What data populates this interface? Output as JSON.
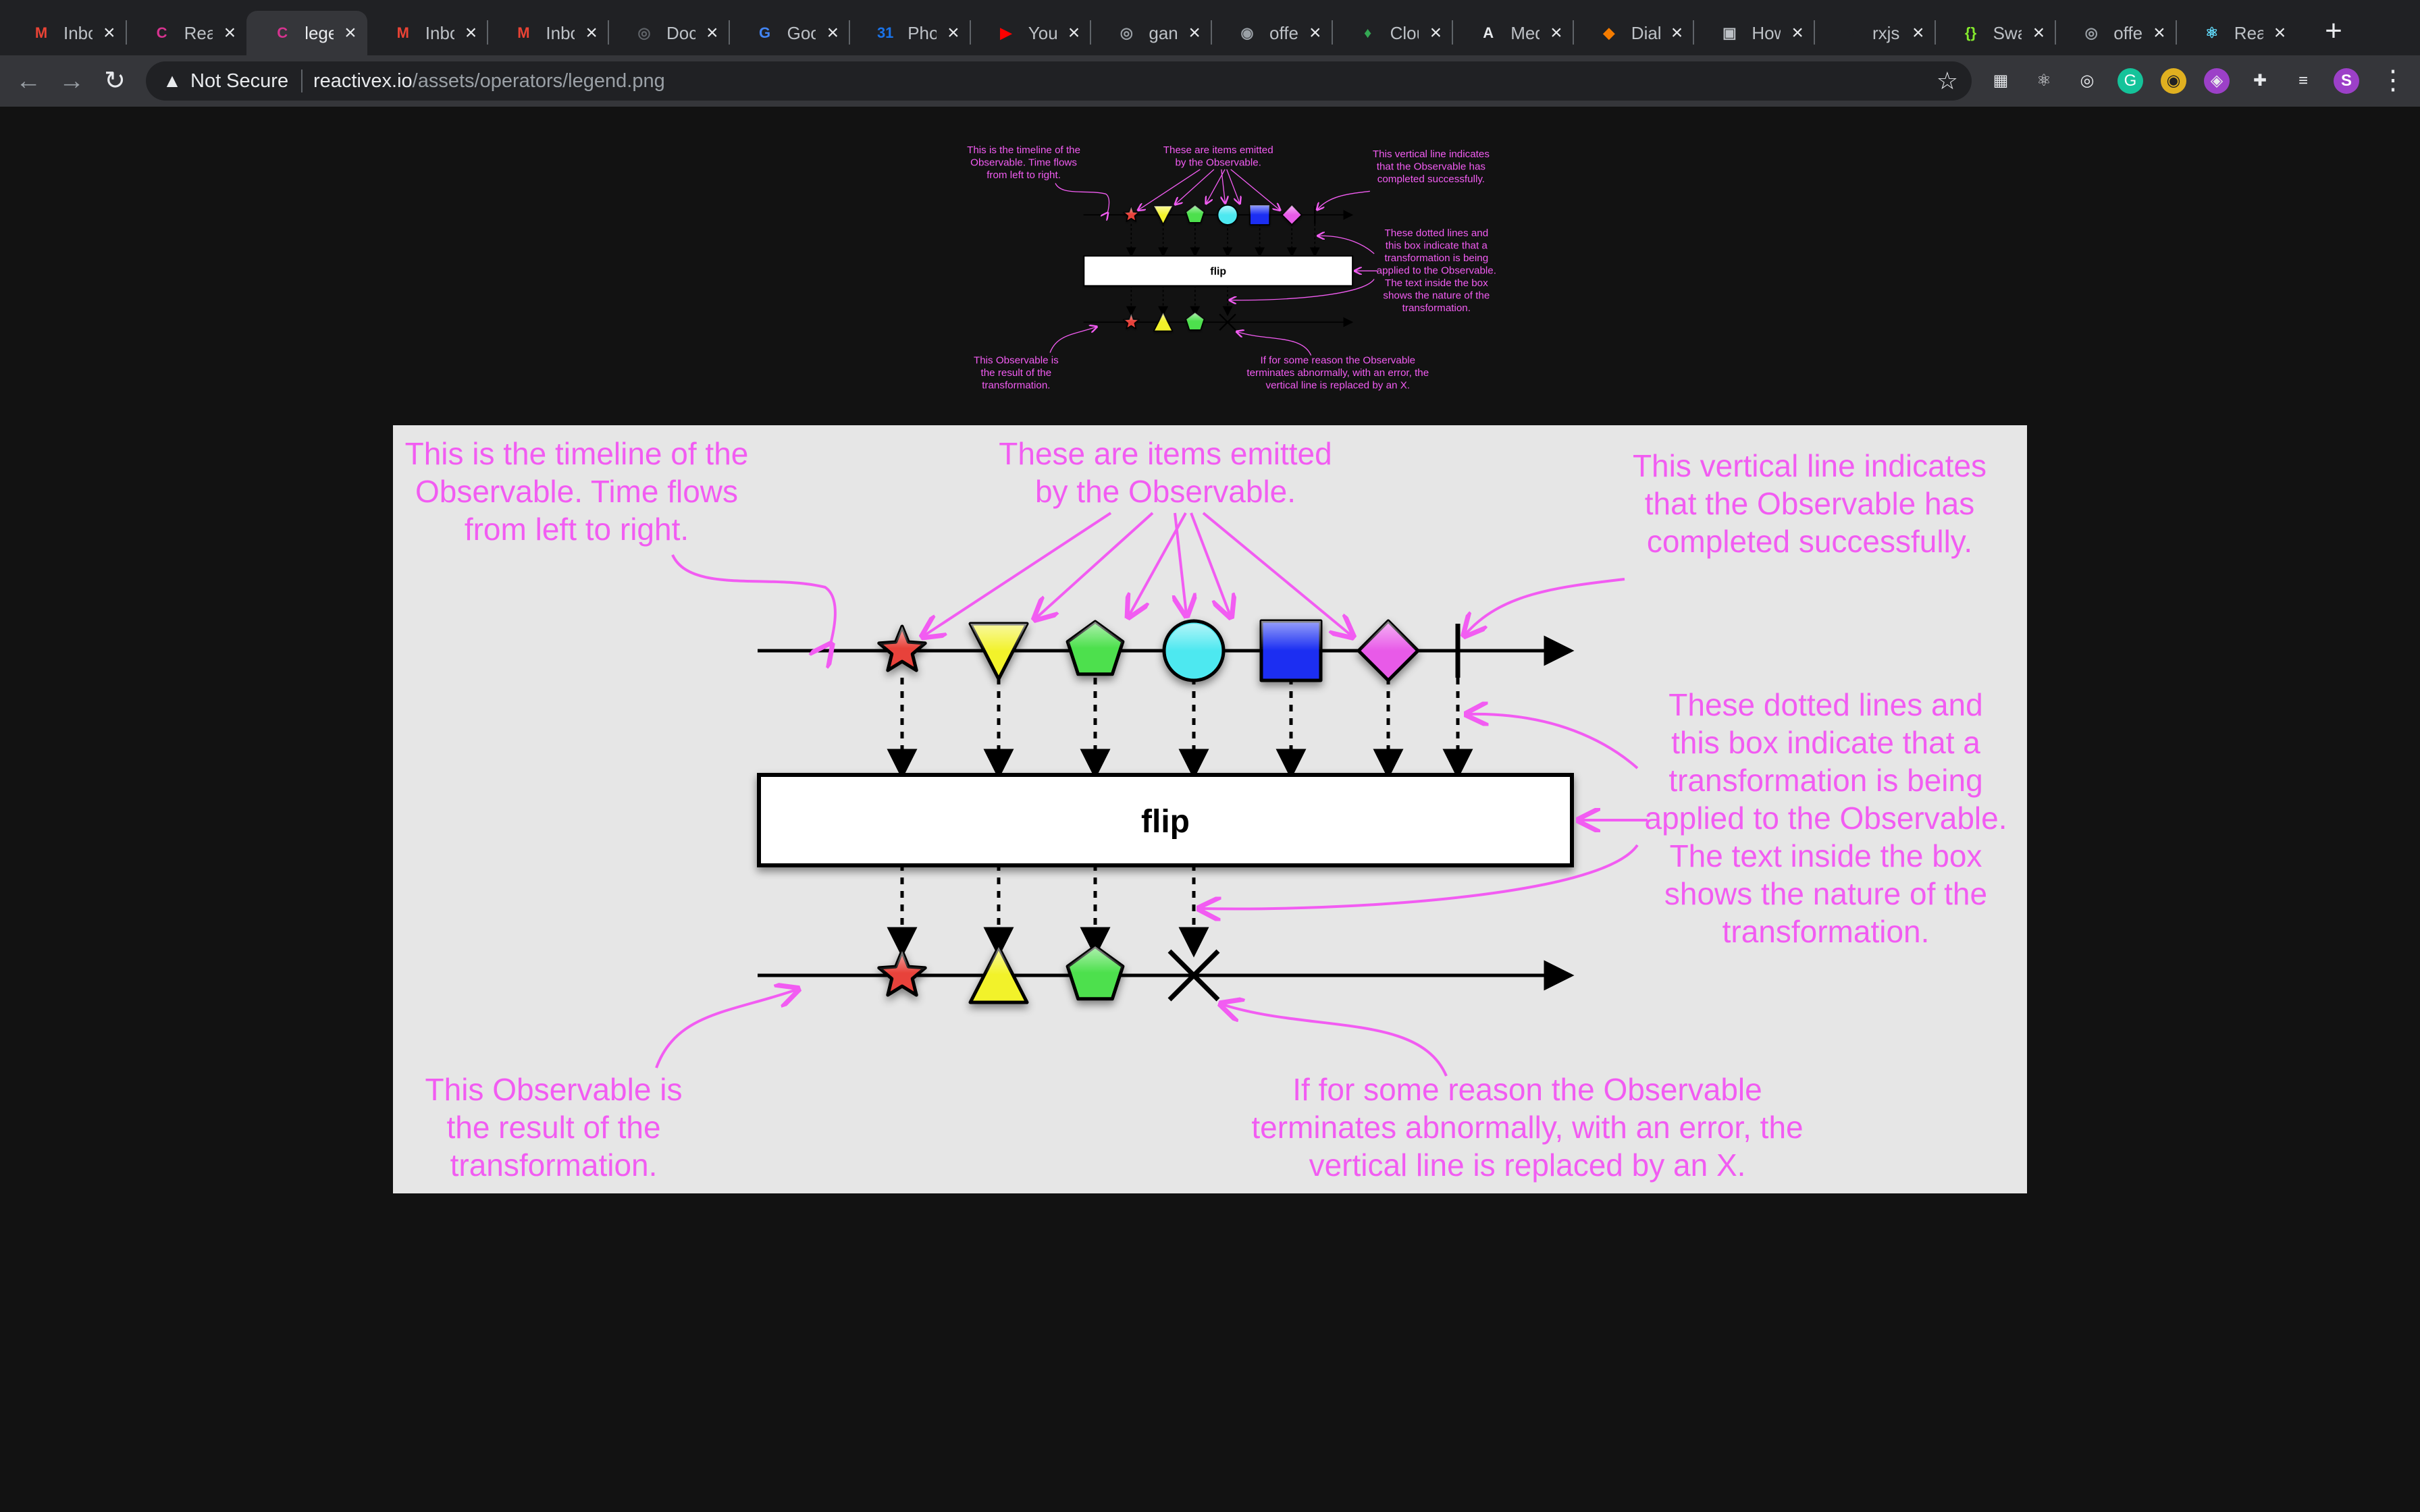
{
  "tabs": [
    {
      "title": "Inbox",
      "icon": "gmail-icon",
      "color": "#ea4335",
      "glyph": "M"
    },
    {
      "title": "ReactiveX",
      "icon": "reactivex-icon",
      "color": "#d6338f",
      "glyph": "C"
    },
    {
      "title": "legend.png",
      "icon": "reactivex-icon",
      "color": "#d6338f",
      "glyph": "C",
      "active": true
    },
    {
      "title": "Inbox",
      "icon": "gmail-icon",
      "color": "#ea4335",
      "glyph": "M"
    },
    {
      "title": "Inbox",
      "icon": "gmail-icon",
      "color": "#ea4335",
      "glyph": "M"
    },
    {
      "title": "Docs",
      "icon": "globe-icon",
      "color": "#5f6368",
      "glyph": "◎"
    },
    {
      "title": "Google Translate",
      "icon": "translate-icon",
      "color": "#4285f4",
      "glyph": "G"
    },
    {
      "title": "Photos",
      "icon": "calendar-icon",
      "color": "#1a73e8",
      "glyph": "31"
    },
    {
      "title": "YouTube",
      "icon": "youtube-icon",
      "color": "#ff0000",
      "glyph": "▶"
    },
    {
      "title": "ganache",
      "icon": "globe-icon",
      "color": "#9aa0a6",
      "glyph": "◎"
    },
    {
      "title": "offer",
      "icon": "offer-icon",
      "color": "#9aa0a6",
      "glyph": "◉"
    },
    {
      "title": "Cloud",
      "icon": "leaf-icon",
      "color": "#34a853",
      "glyph": "♦"
    },
    {
      "title": "Medium",
      "icon": "medium-icon",
      "color": "#e8eaed",
      "glyph": "A"
    },
    {
      "title": "Dialog",
      "icon": "shield-icon",
      "color": "#f57c00",
      "glyph": "◆"
    },
    {
      "title": "How to",
      "icon": "person-icon",
      "color": "#bdc1c6",
      "glyph": "▣"
    },
    {
      "title": "rxjs",
      "icon": "github-icon",
      "color": "#202124",
      "glyph": "◐"
    },
    {
      "title": "Swagger",
      "icon": "swagger-icon",
      "color": "#85ea2d",
      "glyph": "{}"
    },
    {
      "title": "offer",
      "icon": "globe-icon",
      "color": "#9aa0a6",
      "glyph": "◎"
    },
    {
      "title": "React",
      "icon": "react-icon",
      "color": "#61dafb",
      "glyph": "⚛"
    }
  ],
  "toolbar": {
    "security_label": "Not Secure",
    "url_host": "reactivex.io",
    "url_path": "/assets/operators/legend.png",
    "new_tab": "+"
  },
  "legend": {
    "operator_label": "flip",
    "accent_color": "#f25cf2",
    "annotations": {
      "timeline": [
        "This is the timeline of the",
        "Observable. Time flows",
        "from left to right."
      ],
      "items": [
        "These are items emitted",
        "by the Observable."
      ],
      "completed": [
        "This vertical line indicates",
        "that the Observable has",
        "completed successfully."
      ],
      "transform": [
        "These dotted lines and",
        "this box indicate that a",
        "transformation is being",
        "applied to the Observable.",
        "The text inside the box",
        "shows the nature of the",
        "transformation."
      ],
      "result": [
        "This Observable is",
        "the result of the",
        "transformation."
      ],
      "error": [
        "If for some reason the Observable",
        "terminates abnormally, with an error, the",
        "vertical line is replaced by an X."
      ]
    },
    "input_items": [
      {
        "shape": "star",
        "color": "#e8423a"
      },
      {
        "shape": "triangle-down",
        "color": "#f2f22a"
      },
      {
        "shape": "pentagon",
        "color": "#4ee04e"
      },
      {
        "shape": "circle",
        "color": "#4ee8f0"
      },
      {
        "shape": "square",
        "color": "#1a2ef2"
      },
      {
        "shape": "diamond",
        "color": "#e85ae8"
      }
    ],
    "output_items": [
      {
        "shape": "star",
        "color": "#e8423a"
      },
      {
        "shape": "triangle-up",
        "color": "#f2f22a"
      },
      {
        "shape": "pentagon",
        "color": "#4ee04e"
      }
    ],
    "completion_marker": "vertical-line",
    "error_marker": "X"
  }
}
